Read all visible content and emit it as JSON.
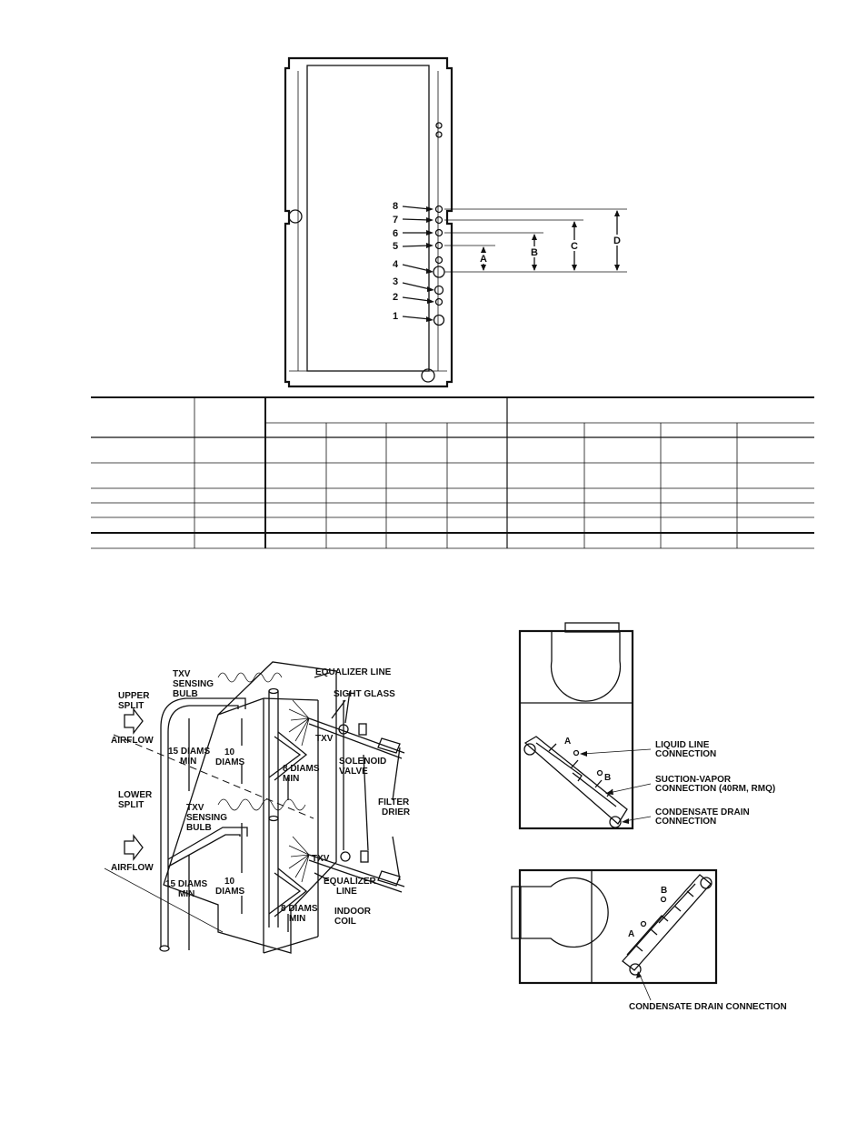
{
  "front_view": {
    "ports": [
      {
        "number": "8"
      },
      {
        "number": "7"
      },
      {
        "number": "6"
      },
      {
        "number": "5"
      },
      {
        "number": "4"
      },
      {
        "number": "3"
      },
      {
        "number": "2"
      },
      {
        "number": "1"
      }
    ],
    "dimensions": [
      "A",
      "B",
      "C",
      "D"
    ]
  },
  "table": {
    "rows": 6,
    "columns": 10
  },
  "piping_diagram": {
    "labels": {
      "txv_bulb_upper": [
        "TXV",
        "SENSING",
        "BULB"
      ],
      "upper_split": [
        "UPPER",
        "SPLIT"
      ],
      "airflow_upper": "AIRFLOW",
      "equalizer_line_upper": "EQUALIZER LINE",
      "sight_glass": "SIGHT GLASS",
      "txv_upper": "TXV",
      "solenoid_valve": [
        "SOLENOID",
        "VALVE"
      ],
      "fifteen_diams_upper": [
        "15 DIAMS",
        "MIN"
      ],
      "ten_diams_upper": [
        "10",
        "DIAMS"
      ],
      "eight_diams_upper": [
        "8 DIAMS",
        "MIN"
      ],
      "lower_split": [
        "LOWER",
        "SPLIT"
      ],
      "txv_bulb_lower": [
        "TXV",
        "SENSING",
        "BULB"
      ],
      "filter_drier": [
        "FILTER",
        "DRIER"
      ],
      "airflow_lower": "AIRFLOW",
      "txv_lower": "TXV",
      "equalizer_line_lower": [
        "EQUALIZER",
        "LINE"
      ],
      "fifteen_diams_lower": [
        "15 DIAMS",
        "MIN"
      ],
      "ten_diams_lower": [
        "10",
        "DIAMS"
      ],
      "eight_diams_lower": [
        "8 DIAMS",
        "MIN"
      ],
      "indoor_coil": [
        "INDOOR",
        "COIL"
      ]
    }
  },
  "top_view_vertical": {
    "marks": [
      "A",
      "B"
    ],
    "liquid_line": [
      "LIQUID LINE",
      "CONNECTION"
    ],
    "suction_vapor": [
      "SUCTION-VAPOR",
      "CONNECTION (40RM, RMQ)"
    ],
    "condensate": [
      "CONDENSATE DRAIN",
      "CONNECTION"
    ]
  },
  "top_view_horizontal": {
    "marks": [
      "A",
      "B"
    ],
    "condensate": "CONDENSATE DRAIN CONNECTION"
  }
}
